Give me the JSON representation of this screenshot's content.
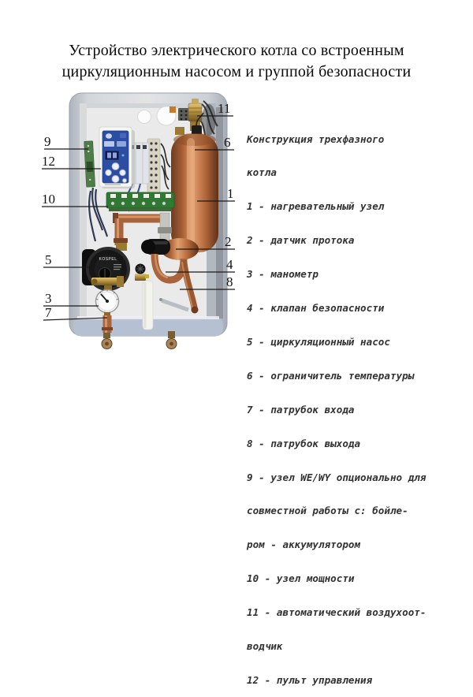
{
  "title": {
    "line1": "Устройство электрического котла со встроенным",
    "line2": "циркуляционным насосом и группой безопасности"
  },
  "legend": {
    "lines": [
      "Конструкция трехфазного",
      "котла",
      "1 - нагревательный узел",
      "2 - датчик протока",
      "3 - манометр",
      "4 - клапан безопасности",
      "5 - циркуляционный насос",
      "6 - ограничитель температуры",
      "7 - патрубок входа",
      "8 - патрубок выхода",
      "9 - узел WE/WY опционально для",
      "совместной работы с: бойле-",
      "ром - аккумулятором",
      "10 - узел мощности",
      "11 - автоматический воздухоот-",
      "водчик",
      "12 - пульт управления"
    ]
  },
  "callouts": {
    "left": [
      "9",
      "12",
      "10",
      "5",
      "3",
      "7"
    ],
    "right": [
      "11",
      "6",
      "1",
      "2",
      "4",
      "8"
    ]
  },
  "photo": {
    "pump_brand": "KOSPEL"
  },
  "colors": {
    "copper": "#a8643c",
    "brass": "#b08c3c",
    "panel_blue": "#2d4da2",
    "terminal_green": "#2f7a33",
    "enclosure_grey": "#c9ced5",
    "bottom_band": "#b5c1d2"
  }
}
